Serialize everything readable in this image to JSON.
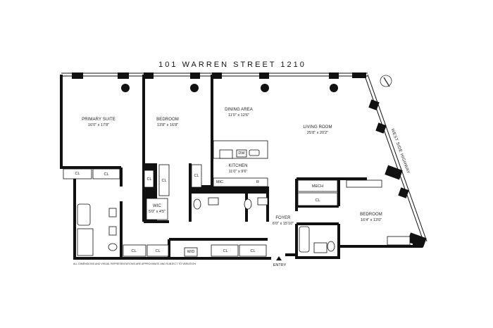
{
  "title": "101 WARREN STREET 1210",
  "street": "WEST SIDE HIGHWAY",
  "disclaimer": "ALL DIMENSIONS AND VISUAL REPRESENTATIONS ARE APPROXIMATE AND SUBJECT TO VARIATION",
  "entry": "ENTRY",
  "rooms": {
    "primary_suite": {
      "name": "PRIMARY SUITE",
      "dims": "16'0\" x 17'8\""
    },
    "bedroom_1": {
      "name": "BEDROOM",
      "dims": "13'8\" x 16'8\""
    },
    "dining": {
      "name": "DINING AREA",
      "dims": "11'0\" x 12'6\""
    },
    "living": {
      "name": "LIVING ROOM",
      "dims": "25'8\" x 20'2\""
    },
    "kitchen": {
      "name": "KITCHEN",
      "dims": "11'0\" x 9'6\""
    },
    "wic": {
      "name": "WIC",
      "dims": "5'0\" x 4'5\""
    },
    "foyer": {
      "name": "FOYER",
      "dims": "6'0\" x 15'10\""
    },
    "bedroom_2": {
      "name": "BEDROOM",
      "dims": "16'4\" x 13'0\""
    }
  },
  "fixtures": {
    "closet": "CL",
    "mech": "MECH",
    "mic": "MIC",
    "fridge": "R",
    "dishwasher": "DW",
    "washer_dryer": "W/D"
  },
  "icons": {
    "compass": "compass-icon",
    "entry": "entry-arrow-icon"
  }
}
